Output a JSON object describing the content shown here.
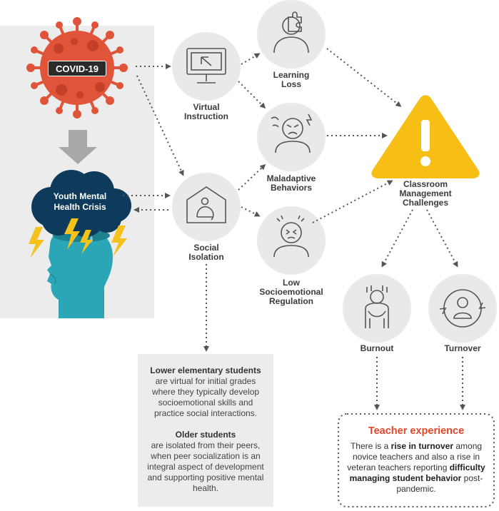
{
  "covid_label": "COVID-19",
  "youth_label": "Youth Mental Health Crisis",
  "nodes": {
    "virtual": "Virtual Instruction",
    "learning": "Learning Loss",
    "maladaptive": "Maladaptive Behaviors",
    "social": "Social Isolation",
    "low_regulation": "Low Socioemotional Regulation",
    "classroom": "Classroom Management Challenges",
    "burnout": "Burnout",
    "turnover": "Turnover"
  },
  "students_box": {
    "lower_title": "Lower elementary students",
    "lower_text": "are virtual for initial grades where they typically develop socioemotional skills and practice social interactions.",
    "older_title": "Older students",
    "older_text": "are isolated from their peers, when peer socialization is an integral aspect of development and supporting positive mental health."
  },
  "teacher_box": {
    "title": "Teacher experience",
    "text_1": "There is a ",
    "bold_1": "rise in turnover",
    "text_2": " among novice teachers and also a rise in veteran teachers reporting ",
    "bold_2": "difficulty managing student behavior",
    "text_3": " post-pandemic."
  },
  "colors": {
    "virus": "#e0553a",
    "cloud": "#0e3a5c",
    "head": "#2aa6b7",
    "lightning": "#f5c21b",
    "warning": "#f7be16",
    "circle": "#e9e9e9",
    "panel": "#ececec",
    "title_accent": "#e0462a"
  }
}
